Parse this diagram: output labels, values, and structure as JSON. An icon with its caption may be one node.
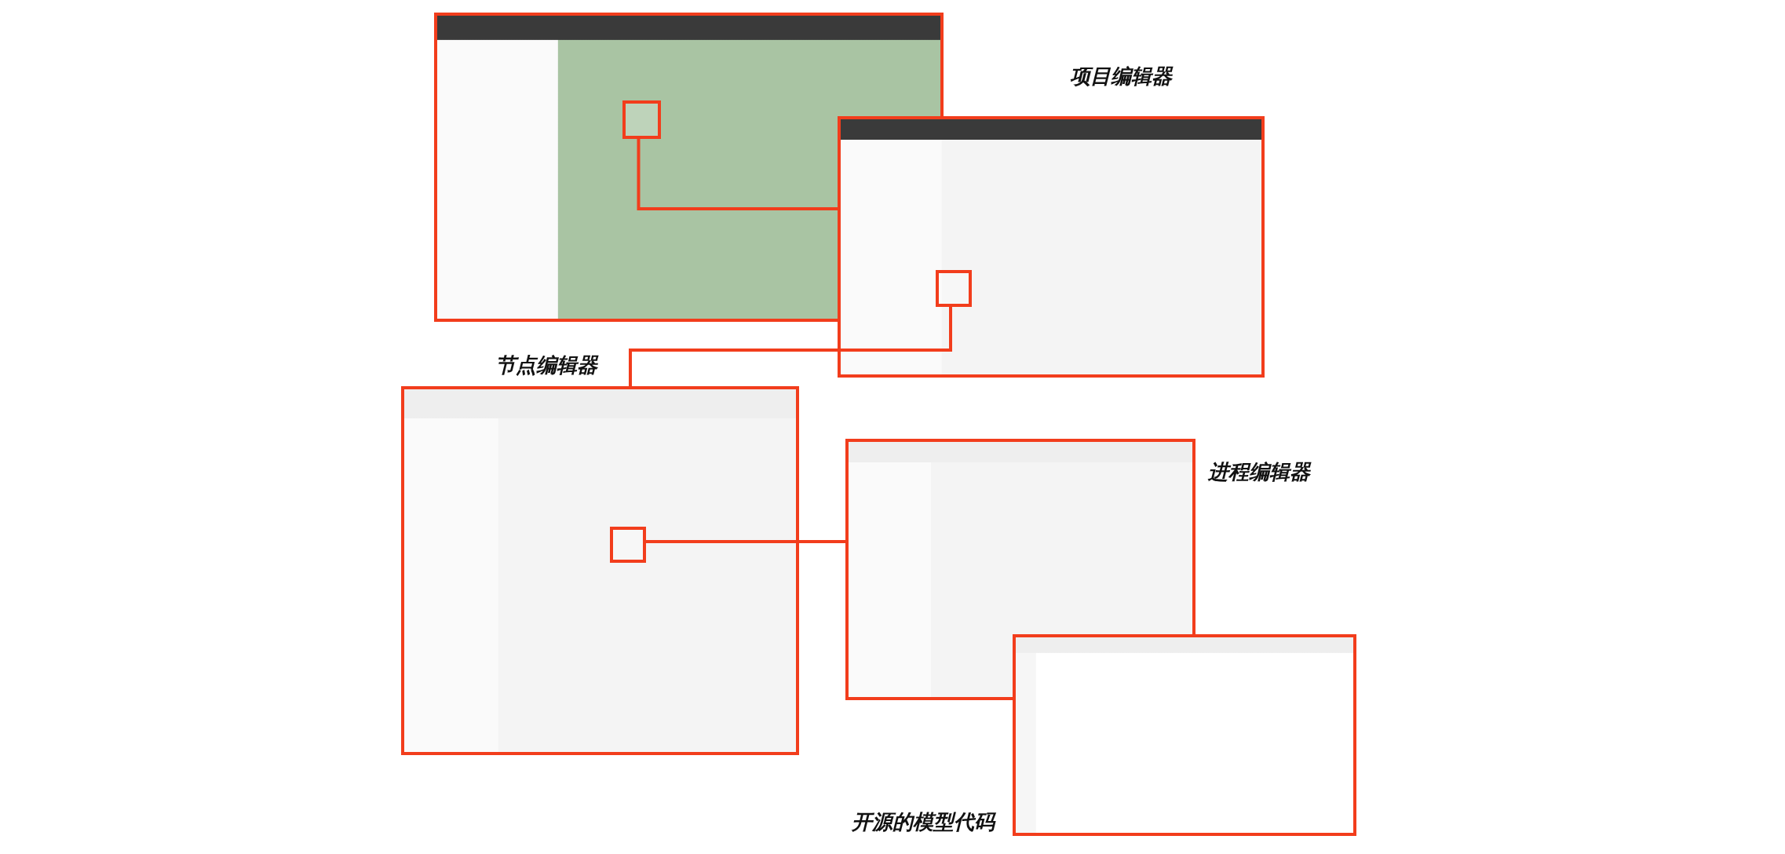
{
  "diagram": {
    "nodes": [
      {
        "text": [],
        "shape": "picture"
      },
      {
        "text": [],
        "shape": "box",
        "in": 0
      },
      {
        "text": [
          "项目编辑器"
        ]
      },
      {
        "text": [],
        "shape": "box",
        "in": 2
      },
      {
        "text": [
          "节点编辑器"
        ]
      },
      {
        "text": [],
        "shape": "box",
        "in": 4
      },
      {
        "text": [
          "进程编辑器"
        ]
      },
      {
        "text": [
          "开源的模型代码"
        ]
      }
    ],
    "edges": [
      {
        "from": 1,
        "to": 2,
        "arrow": "none"
      },
      {
        "from": 3,
        "to": 4,
        "arrow": "none"
      },
      {
        "from": 5,
        "to": 6,
        "arrow": "none"
      }
    ]
  }
}
